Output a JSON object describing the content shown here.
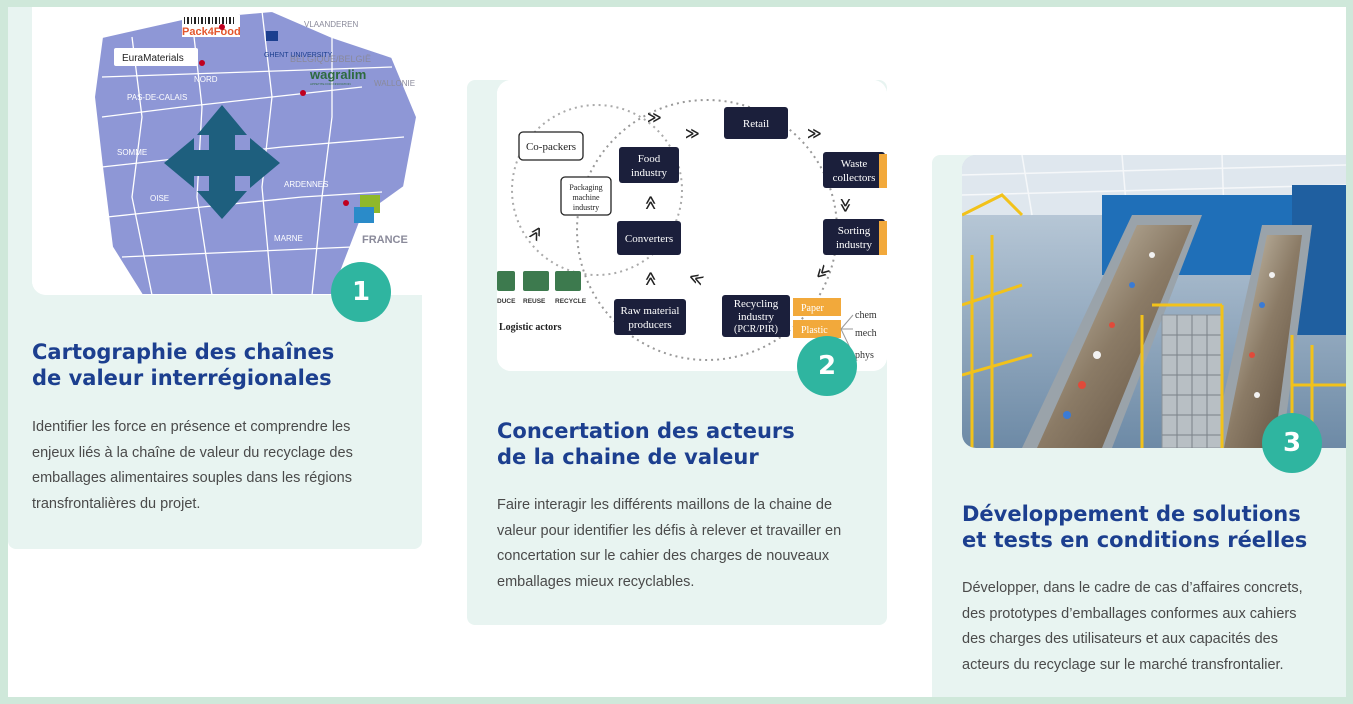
{
  "cards": [
    {
      "number": "1",
      "title_line1": "Cartographie des chaînes",
      "title_line2": "de valeur interrégionales",
      "description": "Identifier les force en présence et comprendre les enjeux liés à la chaîne de valeur du recyclage des emballages alimentaires souples dans les régions transfrontalières du projet.",
      "map": {
        "logos": [
          "Pack4Food",
          "EuraMaterials",
          "GHENT UNIVERSITY",
          "wagralim"
        ],
        "wagralim_tag": "APPETITE FOR INNOVATION",
        "regions": [
          "VLAANDEREN",
          "BELGIQUE/BELGIË",
          "WALLONIE",
          "FRANCE",
          "NORD",
          "PAS-DE-CALAIS",
          "SOMME",
          "OISE",
          "ARDENNES",
          "MARNE"
        ]
      }
    },
    {
      "number": "2",
      "title_line1": "Concertation des acteurs",
      "title_line2": "de la chaine de valeur",
      "description": "Faire interagir les différents maillons de la chaine de valeur pour identifier les défis à relever et travailler en concertation sur le cahier des charges de nouveaux emballages mieux recyclables.",
      "diagram": {
        "retail": "Retail",
        "food_1": "Food",
        "food_2": "industry",
        "waste_1": "Waste",
        "waste_2": "collectors",
        "sorting_1": "Sorting",
        "sorting_2": "industry",
        "copackers": "Co-packers",
        "pack_1": "Packaging",
        "pack_2": "machine",
        "pack_3": "industry",
        "converters": "Converters",
        "raw_1": "Raw material",
        "raw_2": "producers",
        "recyc_1": "Recycling",
        "recyc_2": "industry",
        "recyc_3": "(PCR/PIR)",
        "paper": "Paper",
        "plastic": "Plastic",
        "chem": "chem",
        "mech": "mech",
        "phys": "phys",
        "reduce": "DUCE",
        "reuse": "REUSE",
        "recycle": "RECYCLE",
        "logistic": "Logistic actors"
      }
    },
    {
      "number": "3",
      "title_line1": "Développement de solutions",
      "title_line2": "et tests en conditions réelles",
      "description": "Développer, dans le cadre de cas d’affaires concrets, des prototypes d’emballages conformes aux cahiers des charges des utilisateurs et aux capacités des acteurs du recyclage sur le marché transfrontalier."
    }
  ]
}
